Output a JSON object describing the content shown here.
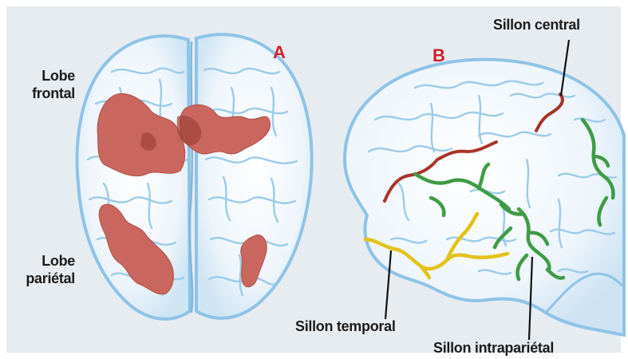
{
  "panels": [
    {
      "letter": "A"
    },
    {
      "letter": "B"
    }
  ],
  "labels": {
    "lobe_frontal": [
      "Lobe",
      "frontal"
    ],
    "lobe_parietal": [
      "Lobe",
      "pariétal"
    ],
    "sillon_central": "Sillon central",
    "sillon_temporal": "Sillon temporal",
    "sillon_intraparietal": "Sillon intrapariétal"
  },
  "colors": {
    "background": "#e7ecf1",
    "brain_fill": "#f4f8fc",
    "brain_outline": "#8ec3e6",
    "gyri_lines": "#9ccbe9",
    "active_regions": "#c9675e",
    "central_sulcus": "#a8342a",
    "temporal_sulcus": "#e3c21b",
    "intraparietal_sulcus": "#3f9c46",
    "panel_letters": "#d21f2b"
  }
}
